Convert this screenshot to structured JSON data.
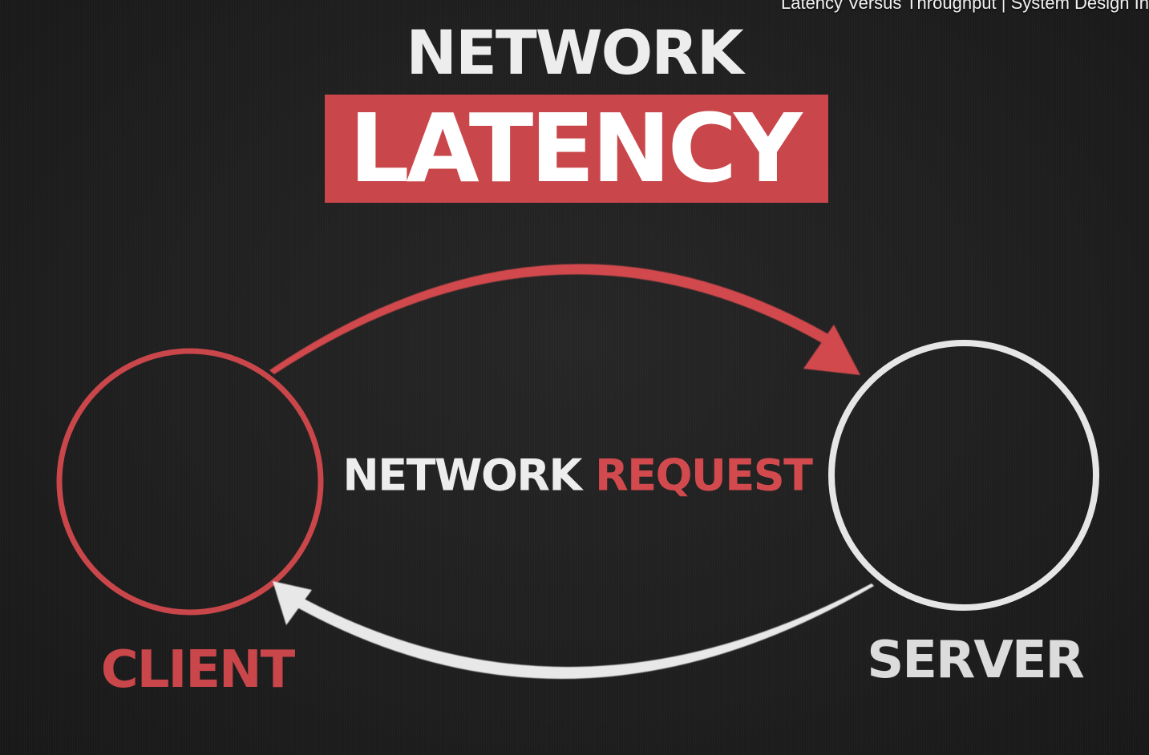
{
  "video_title": "Latency Versus Throughput | System Design In",
  "title": {
    "line1": "NETWORK",
    "line2": "LATENCY"
  },
  "diagram": {
    "request_label": {
      "part1": "NETWORK",
      "part2": "REQUEST"
    },
    "nodes": {
      "client": "CLIENT",
      "server": "SERVER"
    },
    "edges": [
      {
        "from": "client",
        "to": "server",
        "color": "#d24a4e"
      },
      {
        "from": "server",
        "to": "client",
        "color": "#e8e8e8"
      }
    ]
  },
  "colors": {
    "accent_red": "#c9464a",
    "text_white": "#ededed",
    "background": "#1e1e1e"
  }
}
